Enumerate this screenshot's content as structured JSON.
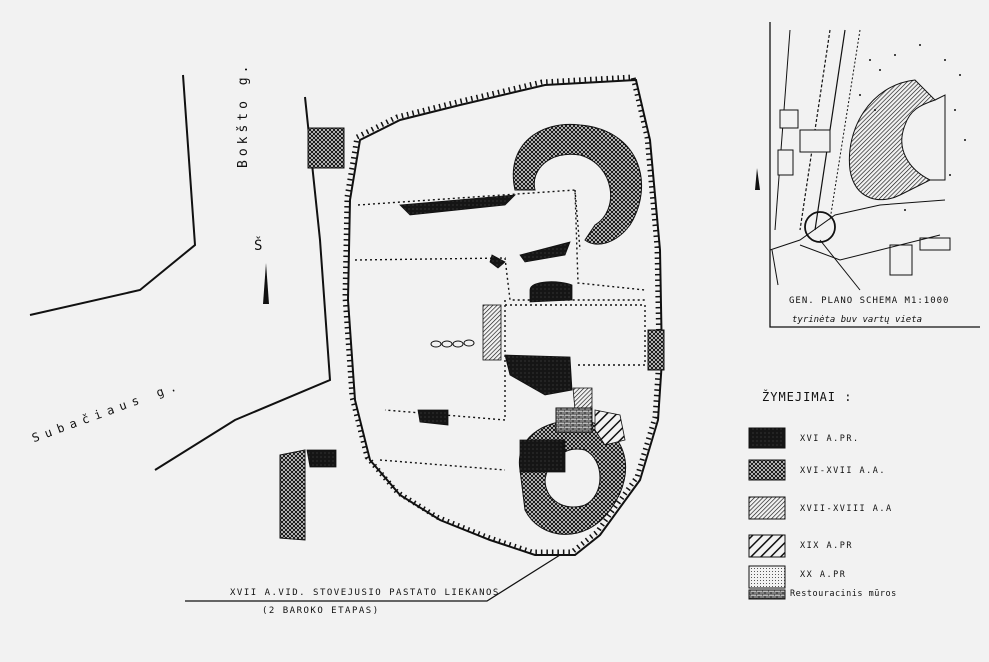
{
  "map": {
    "streets": {
      "bokstai": "Bokšto g.",
      "subaciaus": "Subačiaus g."
    },
    "north_label": "Š",
    "caption_line1": "XVII A.VID. STOVEJUSIO PASTATO LIEKANOS",
    "caption_line2": "(2 BAROKO ETAPAS)"
  },
  "inset": {
    "title": "GEN. PLANO SCHEMA M1:1000",
    "note": "tyrinėta buv vartų vieta"
  },
  "legend": {
    "title": "ŽYMEJIMAI :",
    "items": [
      {
        "label": "XVI A.PR.",
        "pattern": "solid"
      },
      {
        "label": "XVI-XVII A.A.",
        "pattern": "crosshatch"
      },
      {
        "label": "XVII-XVIII A.A",
        "pattern": "hatch-fine"
      },
      {
        "label": "XIX A.PR",
        "pattern": "hatch-bold"
      },
      {
        "label": "XX A.PR",
        "pattern": "dots"
      },
      {
        "label": "Restouracinis mūros",
        "pattern": "brick"
      }
    ]
  },
  "colors": {
    "ink": "#111111",
    "paper": "#f2f2f2"
  }
}
